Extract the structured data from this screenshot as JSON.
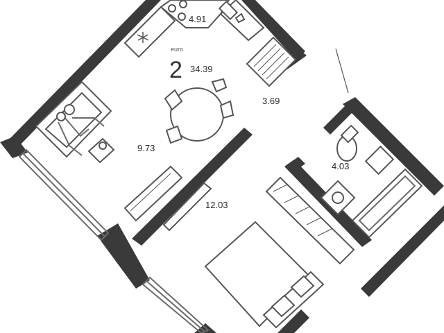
{
  "apartment": {
    "type_label": "euro",
    "rooms": "2",
    "total_area": "34.39"
  },
  "areas": {
    "kitchen_top": "4.91",
    "hall": "3.69",
    "living": "9.73",
    "bathroom": "4.03",
    "bedroom": "12.03"
  }
}
